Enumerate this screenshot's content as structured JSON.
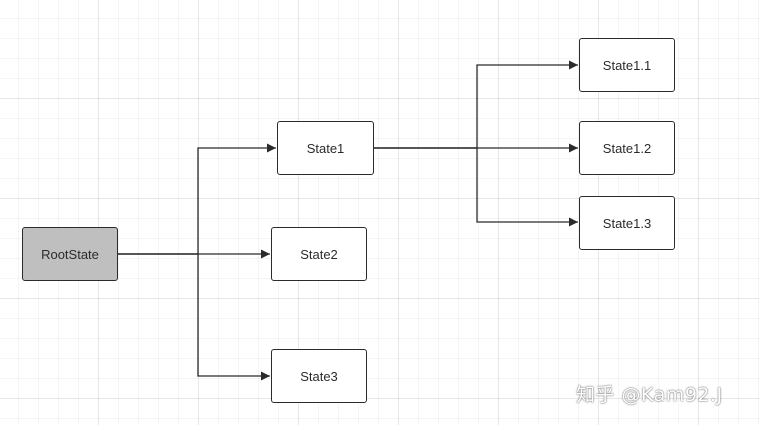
{
  "diagram": {
    "nodes": {
      "root": {
        "label": "RootState",
        "fill": "#bfbfbf"
      },
      "state1": {
        "label": "State1"
      },
      "state2": {
        "label": "State2"
      },
      "state3": {
        "label": "State3"
      },
      "state1_1": {
        "label": "State1.1"
      },
      "state1_2": {
        "label": "State1.2"
      },
      "state1_3": {
        "label": "State1.3"
      }
    },
    "edges": [
      {
        "from": "RootState",
        "to": "State1"
      },
      {
        "from": "RootState",
        "to": "State2"
      },
      {
        "from": "RootState",
        "to": "State3"
      },
      {
        "from": "State1",
        "to": "State1.1"
      },
      {
        "from": "State1",
        "to": "State1.2"
      },
      {
        "from": "State1",
        "to": "State1.3"
      }
    ],
    "colors": {
      "line": "#2b2b2b",
      "node_border": "#2b2b2b",
      "node_fill": "#ffffff"
    }
  },
  "watermark": {
    "text": "知乎 @Kam92.J"
  }
}
